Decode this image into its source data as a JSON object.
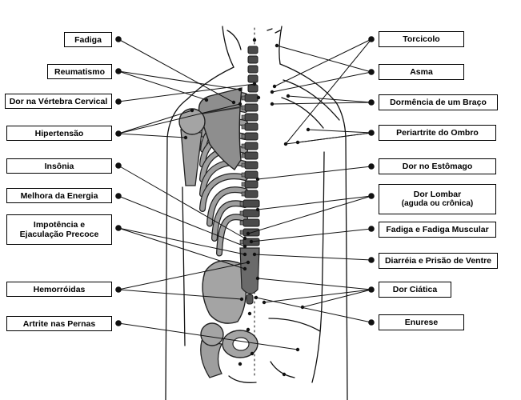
{
  "left_labels": [
    {
      "line1": "Fadiga"
    },
    {
      "line1": "Reumatismo"
    },
    {
      "line1": "Dor na Vértebra Cervical"
    },
    {
      "line1": "Hipertensão"
    },
    {
      "line1": "Insônia"
    },
    {
      "line1": "Melhora da Energia"
    },
    {
      "line1": "Impotência e",
      "line2": "Ejaculação Precoce"
    },
    {
      "line1": "Hemorróidas"
    },
    {
      "line1": "Artrite nas Pernas"
    }
  ],
  "right_labels": [
    {
      "line1": "Torcicolo"
    },
    {
      "line1": "Asma"
    },
    {
      "line1": "Dormência de um Braço"
    },
    {
      "line1": "Periartrite do Ombro"
    },
    {
      "line1": "Dor no Estômago"
    },
    {
      "line1": "Dor Lombar",
      "line2": "(aguda ou crônica)"
    },
    {
      "line1": "Fadiga e Fadiga Muscular"
    },
    {
      "line1": "Diarréia e Prisão de Ventre"
    },
    {
      "line1": "Dor Ciática"
    },
    {
      "line1": "Enurese"
    }
  ],
  "colors": {
    "outline": "#111111",
    "bone_light": "#9e9e9e",
    "bone_dark": "#4a4a4a",
    "background": "#ffffff"
  }
}
